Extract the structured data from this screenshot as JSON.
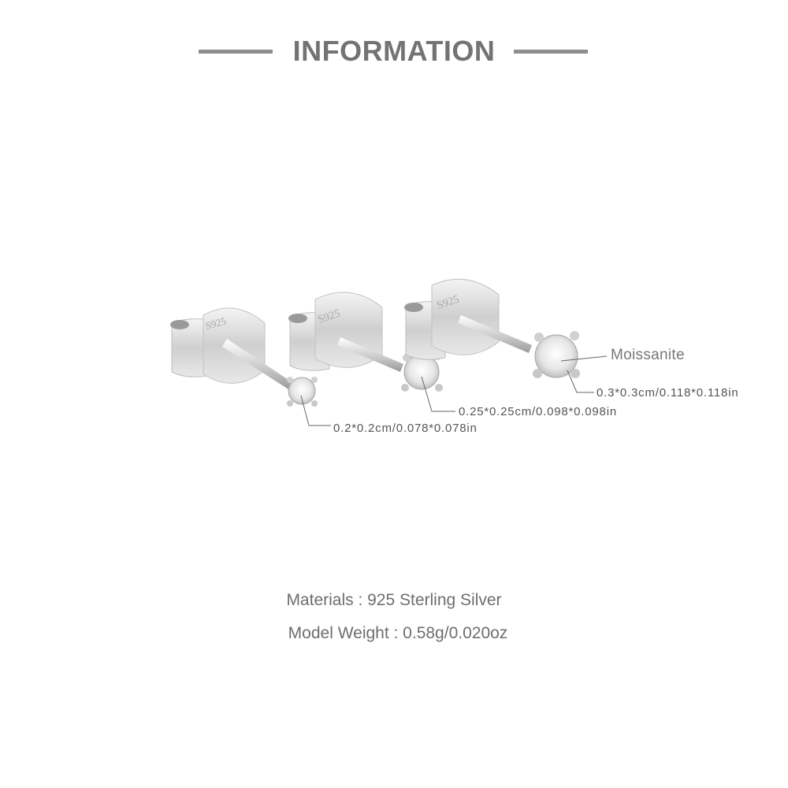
{
  "header": {
    "title": "INFORMATION"
  },
  "product": {
    "stamp": "S925",
    "earrings": [
      {
        "size_label": "0.2*0.2cm/0.078*0.078in"
      },
      {
        "size_label": "0.25*0.25cm/0.098*0.098in"
      },
      {
        "size_label": "0.3*0.3cm/0.118*0.118in"
      }
    ],
    "stone_label": "Moissanite"
  },
  "specs": {
    "materials": "Materials : 925 Sterling Silver",
    "weight": "Model Weight : 0.58g/0.020oz"
  },
  "colors": {
    "title": "#737373",
    "lines": "#8e8e8e",
    "silver": "#d9d9d9",
    "text": "#555555"
  }
}
